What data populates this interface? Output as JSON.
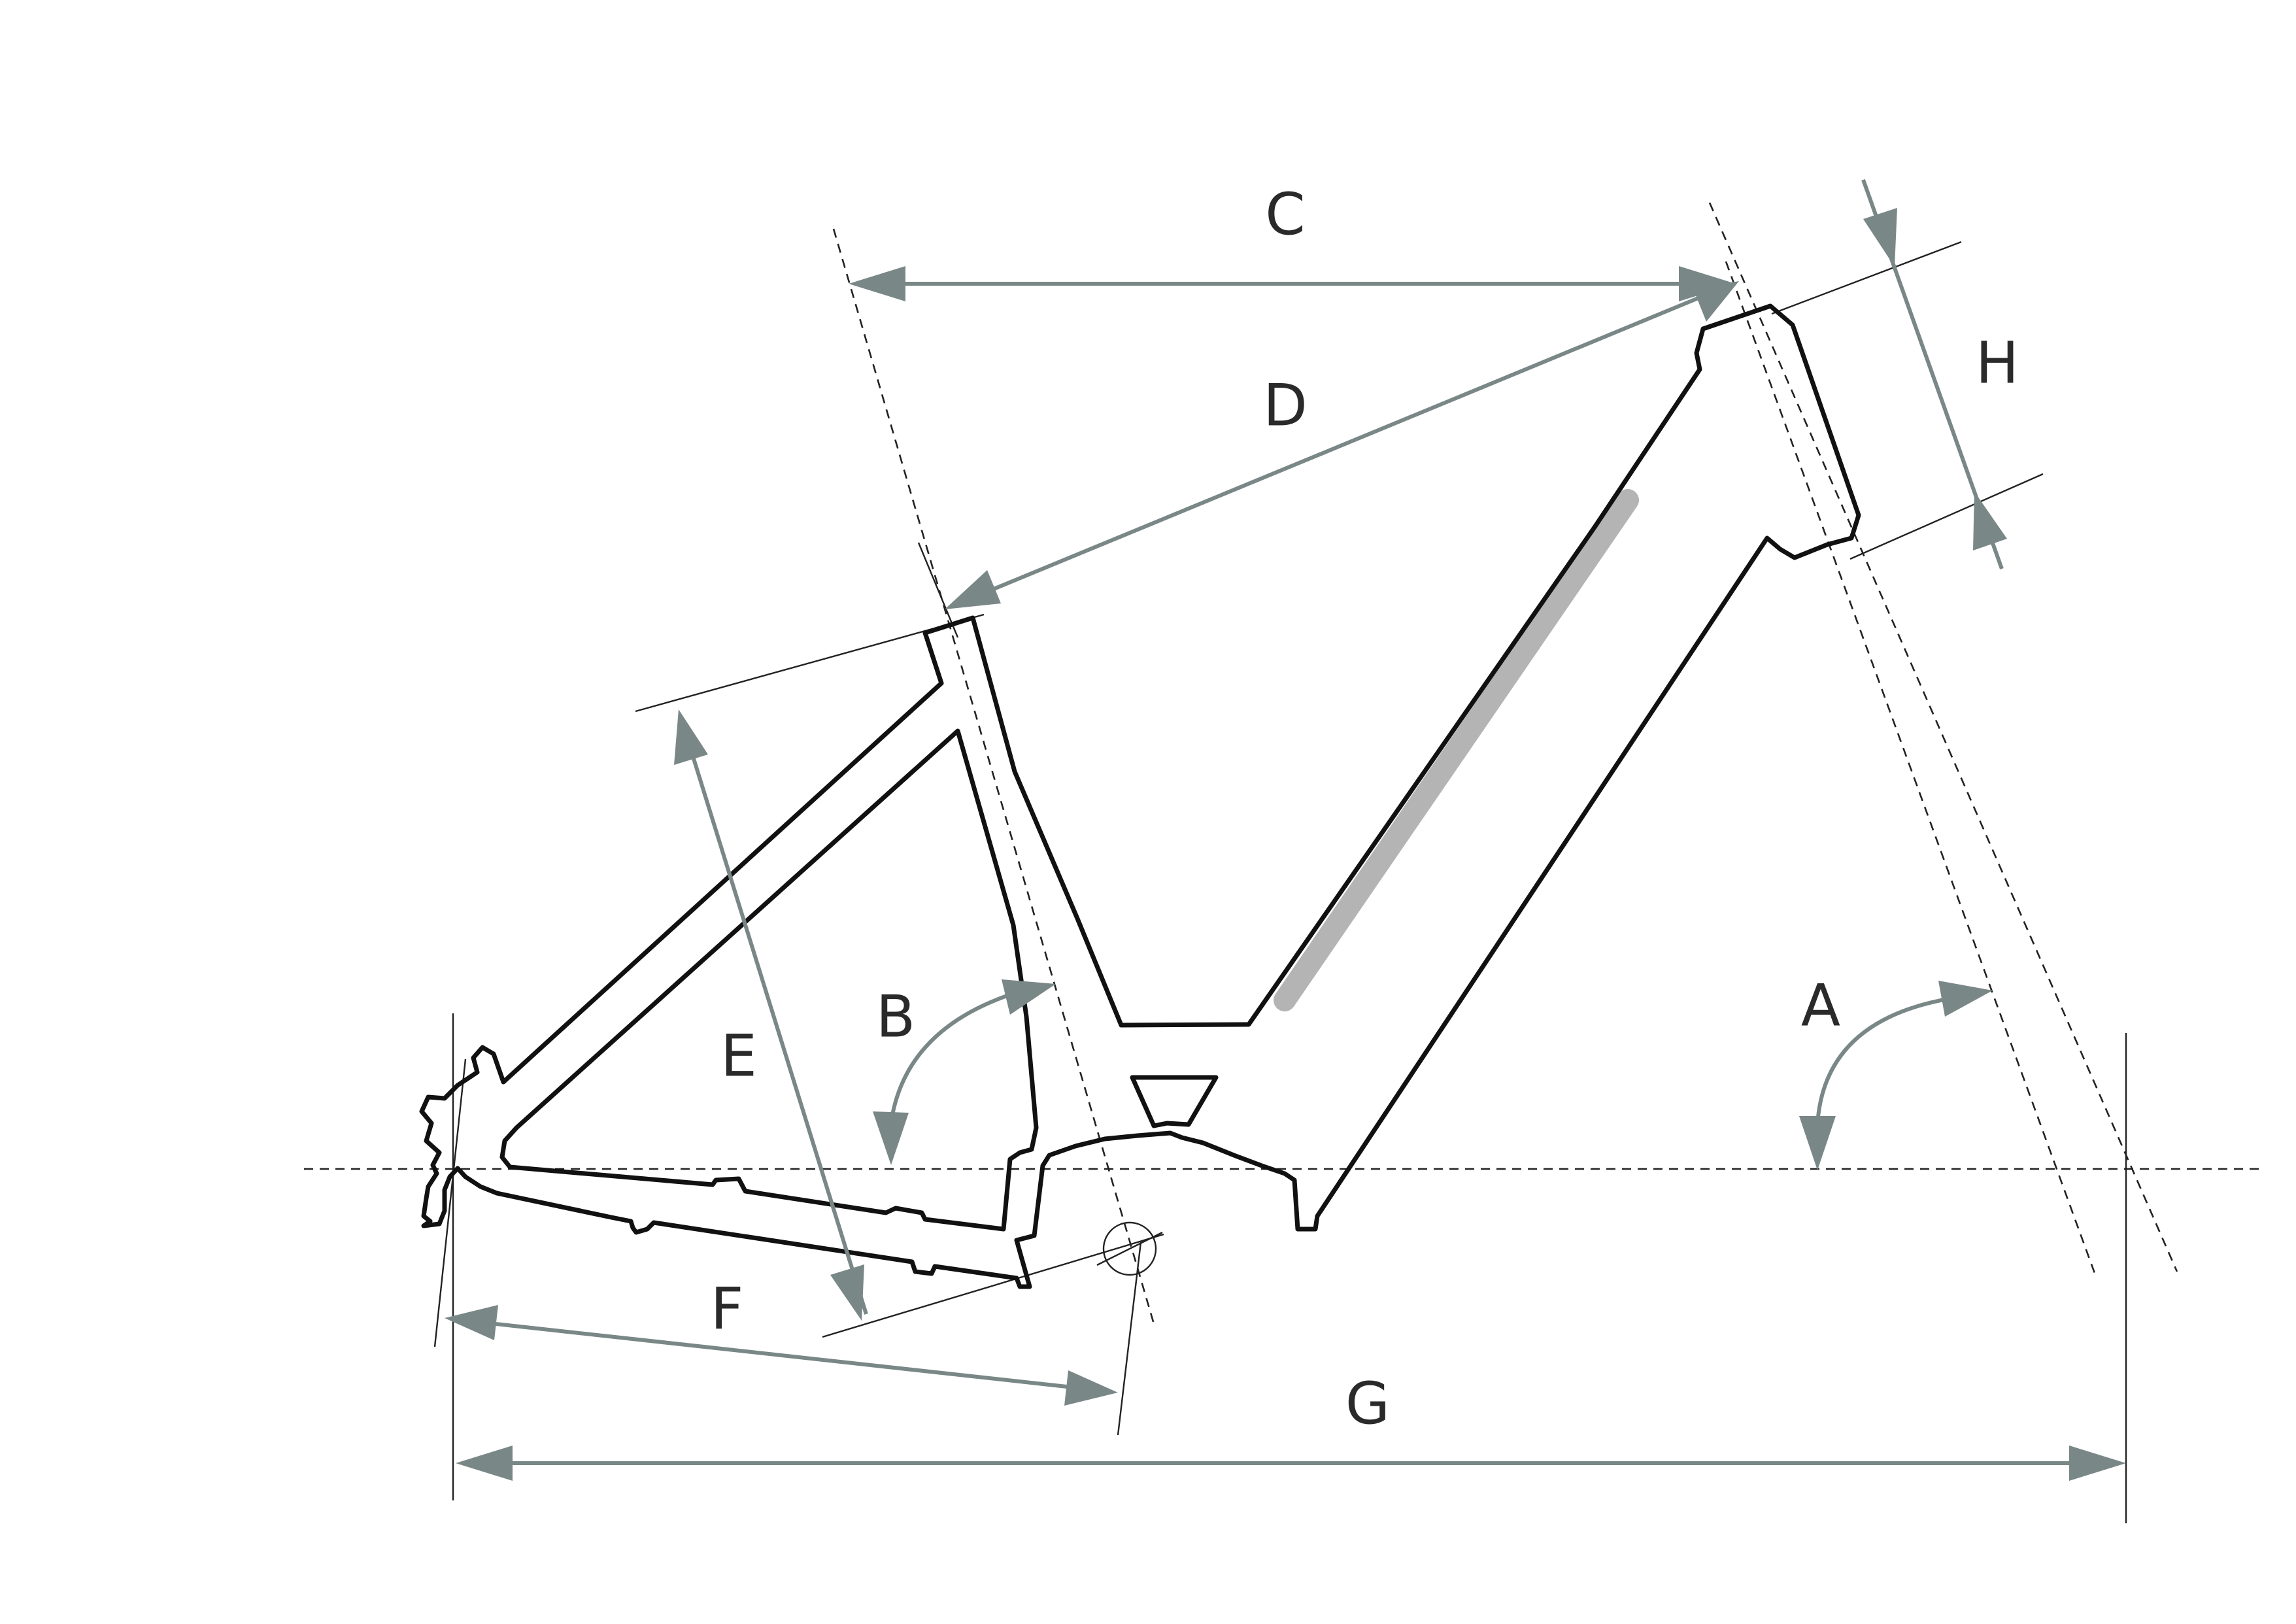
{
  "diagram": {
    "labels": {
      "A": "A",
      "B": "B",
      "C": "C",
      "D": "D",
      "E": "E",
      "F": "F",
      "G": "G",
      "H": "H"
    },
    "colors": {
      "frame": "#111111",
      "dimension": "#7a8787",
      "battery_shadow": "#b4b4b4",
      "background": "#ffffff"
    }
  }
}
